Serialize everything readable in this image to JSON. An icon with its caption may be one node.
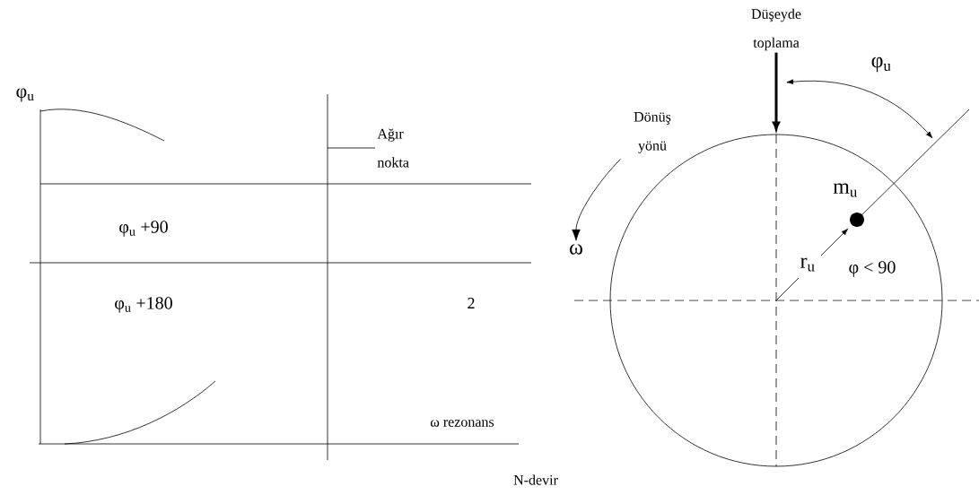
{
  "diagram": {
    "nodes": [
      {
        "text": [
          "Düşeyde toplama"
        ]
      },
      {
        "text": [],
        "shape": "circle"
      },
      {
        "text": [
          "Dönüş yönü"
        ]
      },
      {
        "text": [
          "ω"
        ]
      },
      {
        "text": [
          "Ağır nokta"
        ]
      }
    ],
    "edges": [
      {
        "from": 0,
        "to": 1,
        "arrow": "to",
        "style": "thick"
      },
      {
        "from": 2,
        "to": 3,
        "arrow": "to"
      },
      {
        "from": 4,
        "to": null,
        "arrow": "none"
      }
    ],
    "labels": [
      "φ$_{u}$",
      "φ$_{u}$ +90",
      "φ$_{u}$ +180",
      "2",
      "ω rezonans",
      "N-devir",
      "φ$_{u}$",
      "m$_{u}$",
      "r$_{u}$",
      "φ < 90"
    ]
  }
}
